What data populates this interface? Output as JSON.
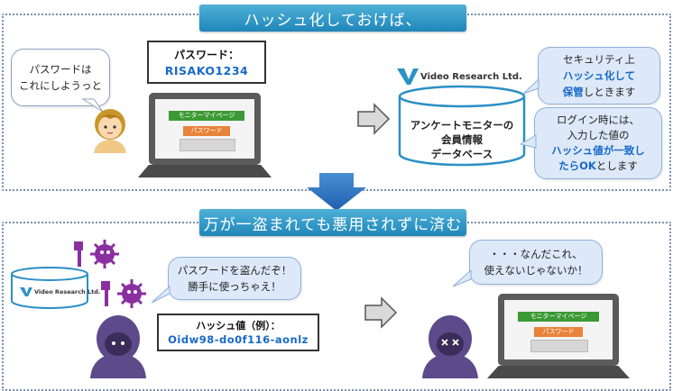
{
  "top": {
    "banner": "ハッシュ化しておけば、",
    "user_bubble": [
      "パスワードは",
      "これにしようっと"
    ],
    "password_box": {
      "title": "パスワード：",
      "value": "RISAKO1234"
    },
    "laptop_screen": {
      "header": "モニターマイページ",
      "field": "パスワード"
    },
    "logo": "Video Research Ltd.",
    "database": [
      "アンケートモニターの",
      "会員情報",
      "データベース"
    ],
    "bubble_store": {
      "line1": "セキュリティ上",
      "hl": "ハッシュ化して",
      "hl2": "保管",
      "tail": "しときます"
    },
    "bubble_login": {
      "line1": "ログイン時には、",
      "line2": "入力した値の",
      "hl": "ハッシュ値が一致し",
      "hl2": "たらOK",
      "tail": "とします"
    }
  },
  "bottom": {
    "banner": "万が一盗まれても悪用されずに済む",
    "logo": "Video Research Ltd.",
    "thief_bubble": [
      "パスワードを盗んだぞ！",
      "勝手に使っちゃえ！"
    ],
    "hash_box": {
      "title": "ハッシュ値（例）：",
      "value": "Oidw98-do0f116-aonlz"
    },
    "confused_bubble": [
      "・・・なんだこれ、",
      "使えないじゃないか！"
    ],
    "laptop_screen": {
      "header": "モニターマイページ",
      "field": "パスワード"
    }
  },
  "colors": {
    "accent": "#1769c9",
    "banner": "#2a93c6",
    "virus": "#8b2fa0",
    "laptop": "#5b5b5b",
    "screen_green": "#3c9a35",
    "screen_orange": "#e8833a"
  }
}
